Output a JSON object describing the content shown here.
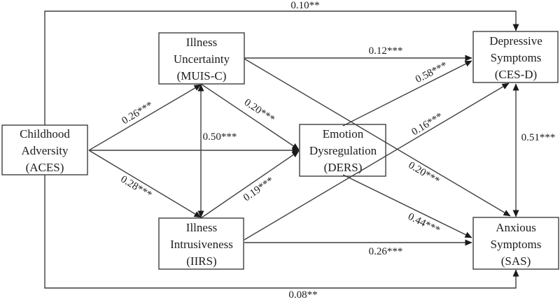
{
  "figure": {
    "type": "structural-equation-path-diagram",
    "colors": {
      "ink": "#3f3f3f",
      "text": "#1c1c1c",
      "background": "#ffffff"
    },
    "nodes": {
      "aces": {
        "label": "Childhood Adversity (ACES)",
        "lines": [
          "Childhood",
          "Adversity",
          "(ACES)"
        ]
      },
      "muis": {
        "label": "Illness Uncertainty (MUIS-C)",
        "lines": [
          "Illness",
          "Uncertainty",
          "(MUIS-C)"
        ]
      },
      "iirs": {
        "label": "Illness Intrusiveness (IIRS)",
        "lines": [
          "Illness",
          "Intrusiveness",
          "(IIRS)"
        ]
      },
      "ders": {
        "label": "Emotion Dysregulation (DERS)",
        "lines": [
          "Emotion",
          "Dysregulation",
          "(DERS)"
        ]
      },
      "cesd": {
        "label": "Depressive Symptoms (CES-D)",
        "lines": [
          "Depressive",
          "Symptoms",
          "(CES-D)"
        ]
      },
      "sas": {
        "label": "Anxious Symptoms (SAS)",
        "lines": [
          "Anxious",
          "Symptoms",
          "(SAS)"
        ]
      }
    },
    "edges": {
      "aces_cesd": {
        "from": "ACES",
        "to": "CES-D",
        "label": "0.10**",
        "type": "directed"
      },
      "aces_muis": {
        "from": "ACES",
        "to": "MUIS-C",
        "label": "0.26***",
        "type": "directed"
      },
      "aces_ders": {
        "from": "ACES",
        "to": "DERS",
        "label": "0.50***",
        "type": "directed"
      },
      "aces_iirs": {
        "from": "ACES",
        "to": "IIRS",
        "label": "0.28***",
        "type": "directed"
      },
      "aces_sas": {
        "from": "ACES",
        "to": "SAS",
        "label": "0.08**",
        "type": "directed"
      },
      "muis_cesd": {
        "from": "MUIS-C",
        "to": "CES-D",
        "label": "0.12***",
        "type": "directed"
      },
      "muis_ders": {
        "from": "MUIS-C",
        "to": "DERS",
        "label": "0.20***",
        "type": "directed"
      },
      "muis_sas": {
        "from": "MUIS-C",
        "to": "SAS",
        "label": "0.20***",
        "type": "directed"
      },
      "muis_iirs": {
        "from": "MUIS-C",
        "to": "IIRS",
        "label": "",
        "type": "covariance"
      },
      "iirs_ders": {
        "from": "IIRS",
        "to": "DERS",
        "label": "0.19***",
        "type": "directed"
      },
      "iirs_cesd": {
        "from": "IIRS",
        "to": "CES-D",
        "label": "0.16***",
        "type": "directed"
      },
      "iirs_sas": {
        "from": "IIRS",
        "to": "SAS",
        "label": "0.26***",
        "type": "directed"
      },
      "ders_cesd": {
        "from": "DERS",
        "to": "CES-D",
        "label": "0.58***",
        "type": "directed"
      },
      "ders_sas": {
        "from": "DERS",
        "to": "SAS",
        "label": "0.44***",
        "type": "directed"
      },
      "cesd_sas": {
        "from": "CES-D",
        "to": "SAS",
        "label": "0.51***",
        "type": "covariance"
      }
    }
  }
}
